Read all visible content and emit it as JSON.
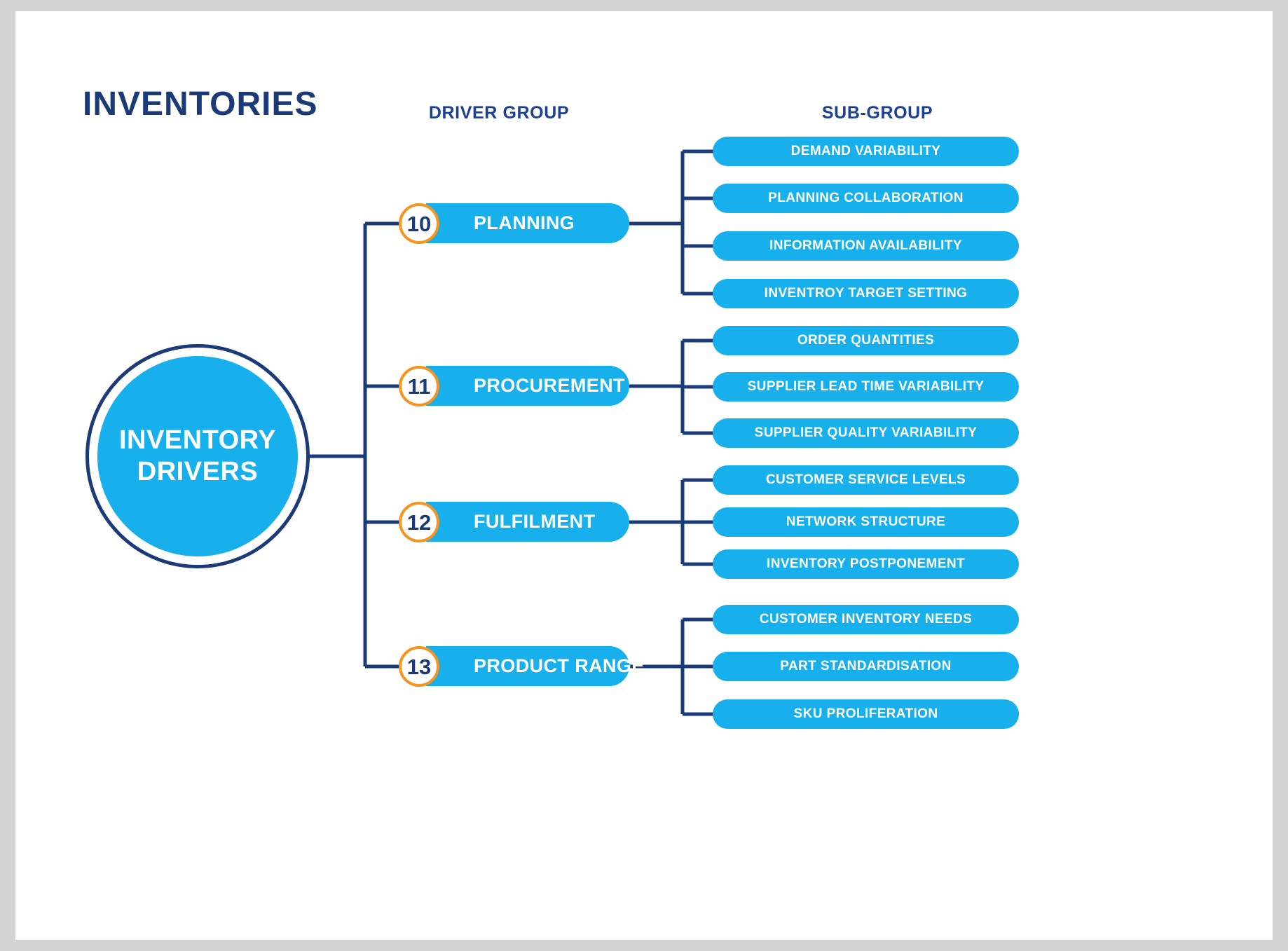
{
  "frame": {
    "bg": "#d3d3d3",
    "canvas_bg": "#ffffff"
  },
  "colors": {
    "navy": "#1b3a78",
    "header_navy": "#1b4094",
    "cyan": "#17b0ec",
    "orange": "#f7941e",
    "white": "#ffffff"
  },
  "title": "INVENTORIES",
  "headers": {
    "driver_group": "DRIVER GROUP",
    "sub_group": "SUB-GROUP"
  },
  "hub": {
    "label": "INVENTORY\nDRIVERS"
  },
  "groups": [
    {
      "number": "10",
      "label": "PLANNING",
      "subs": [
        "DEMAND VARIABILITY",
        "PLANNING COLLABORATION",
        "INFORMATION AVAILABILITY",
        "INVENTROY TARGET SETTING"
      ]
    },
    {
      "number": "11",
      "label": "PROCUREMENT",
      "subs": [
        "ORDER QUANTITIES",
        "SUPPLIER LEAD TIME VARIABILITY",
        "SUPPLIER QUALITY VARIABILITY"
      ]
    },
    {
      "number": "12",
      "label": "FULFILMENT",
      "subs": [
        "CUSTOMER SERVICE LEVELS",
        "NETWORK STRUCTURE",
        "INVENTORY POSTPONEMENT"
      ]
    },
    {
      "number": "13",
      "label": "PRODUCT RANGE",
      "subs": [
        "CUSTOMER INVENTORY NEEDS",
        "PART STANDARDISATION",
        "SKU PROLIFERATION"
      ]
    }
  ]
}
